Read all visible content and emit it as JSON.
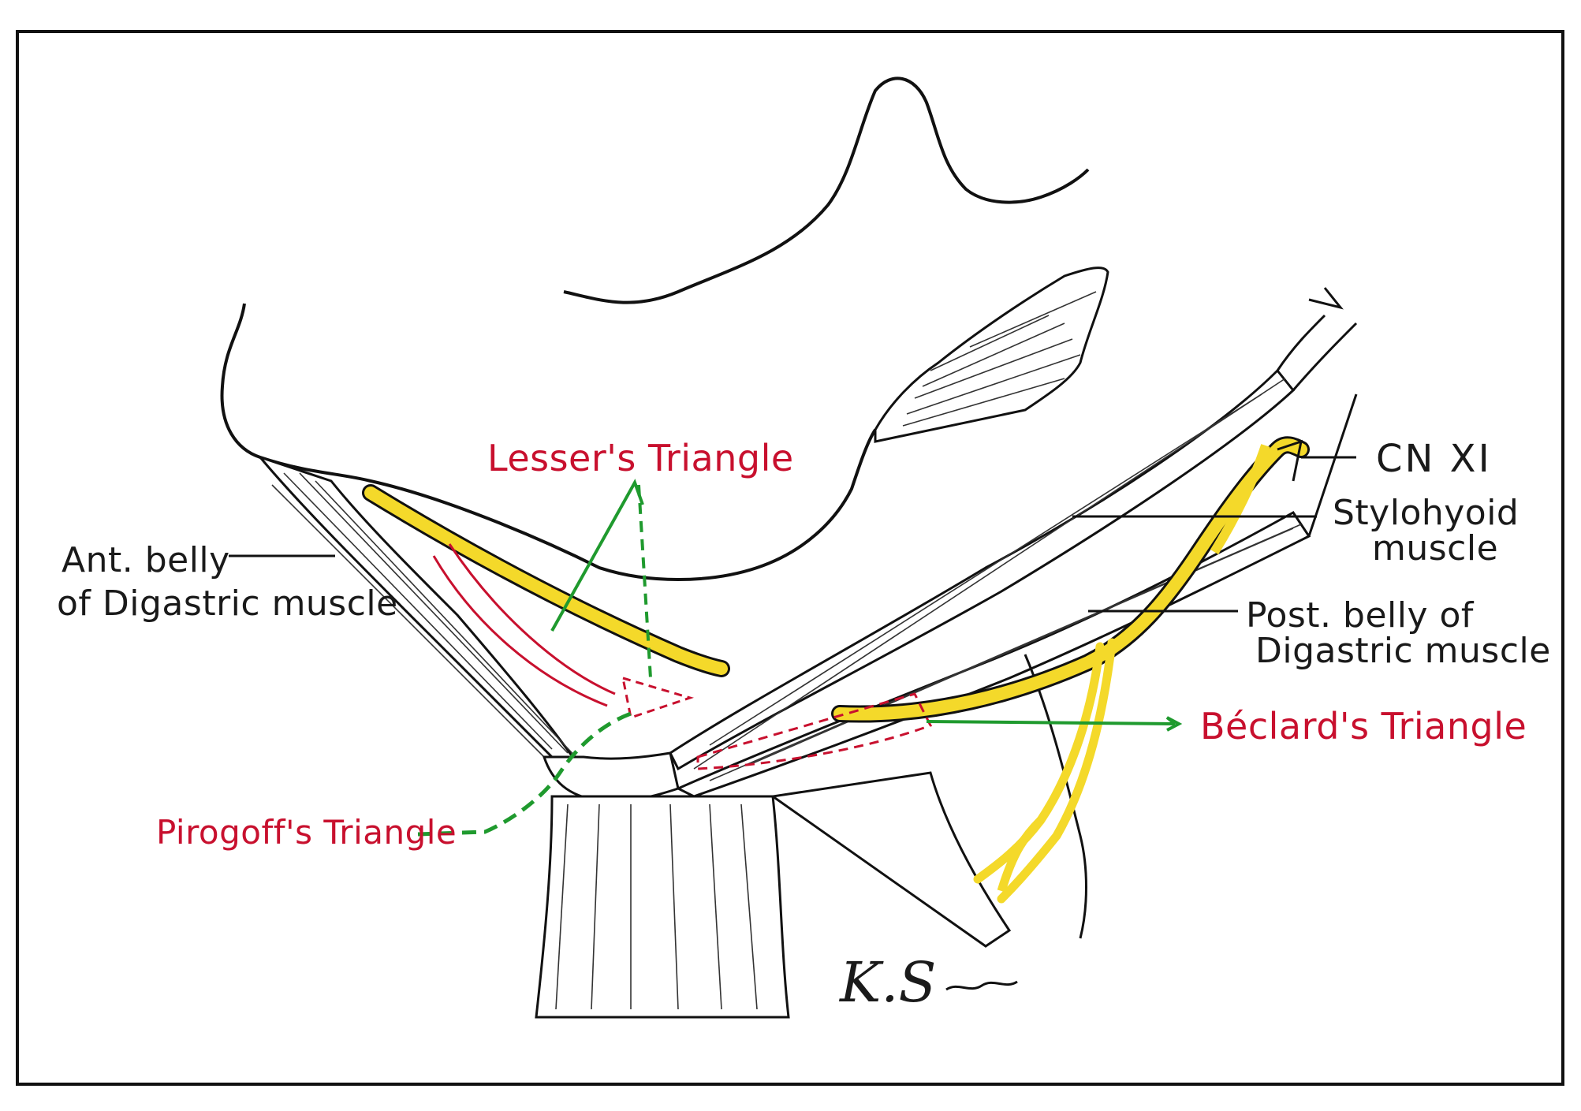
{
  "labels": {
    "lesser": "Lesser's Triangle",
    "cn_xi": "CN XI",
    "stylohyoid_1": "Stylohyoid",
    "stylohyoid_2": "muscle",
    "ant_belly_1": "Ant. belly",
    "ant_belly_2": "of Digastric muscle",
    "post_belly_1": "Post. belly of",
    "post_belly_2": "Digastric muscle",
    "beclard": "Béclard's Triangle",
    "pirogoff": "Pirogoff's Triangle",
    "signature": "K.S"
  },
  "colors": {
    "outline": "#111111",
    "nerve_yellow": "#f4d92a",
    "triangle_red": "#c8102e",
    "leader_green": "#1f9a2e",
    "background": "#ffffff"
  }
}
